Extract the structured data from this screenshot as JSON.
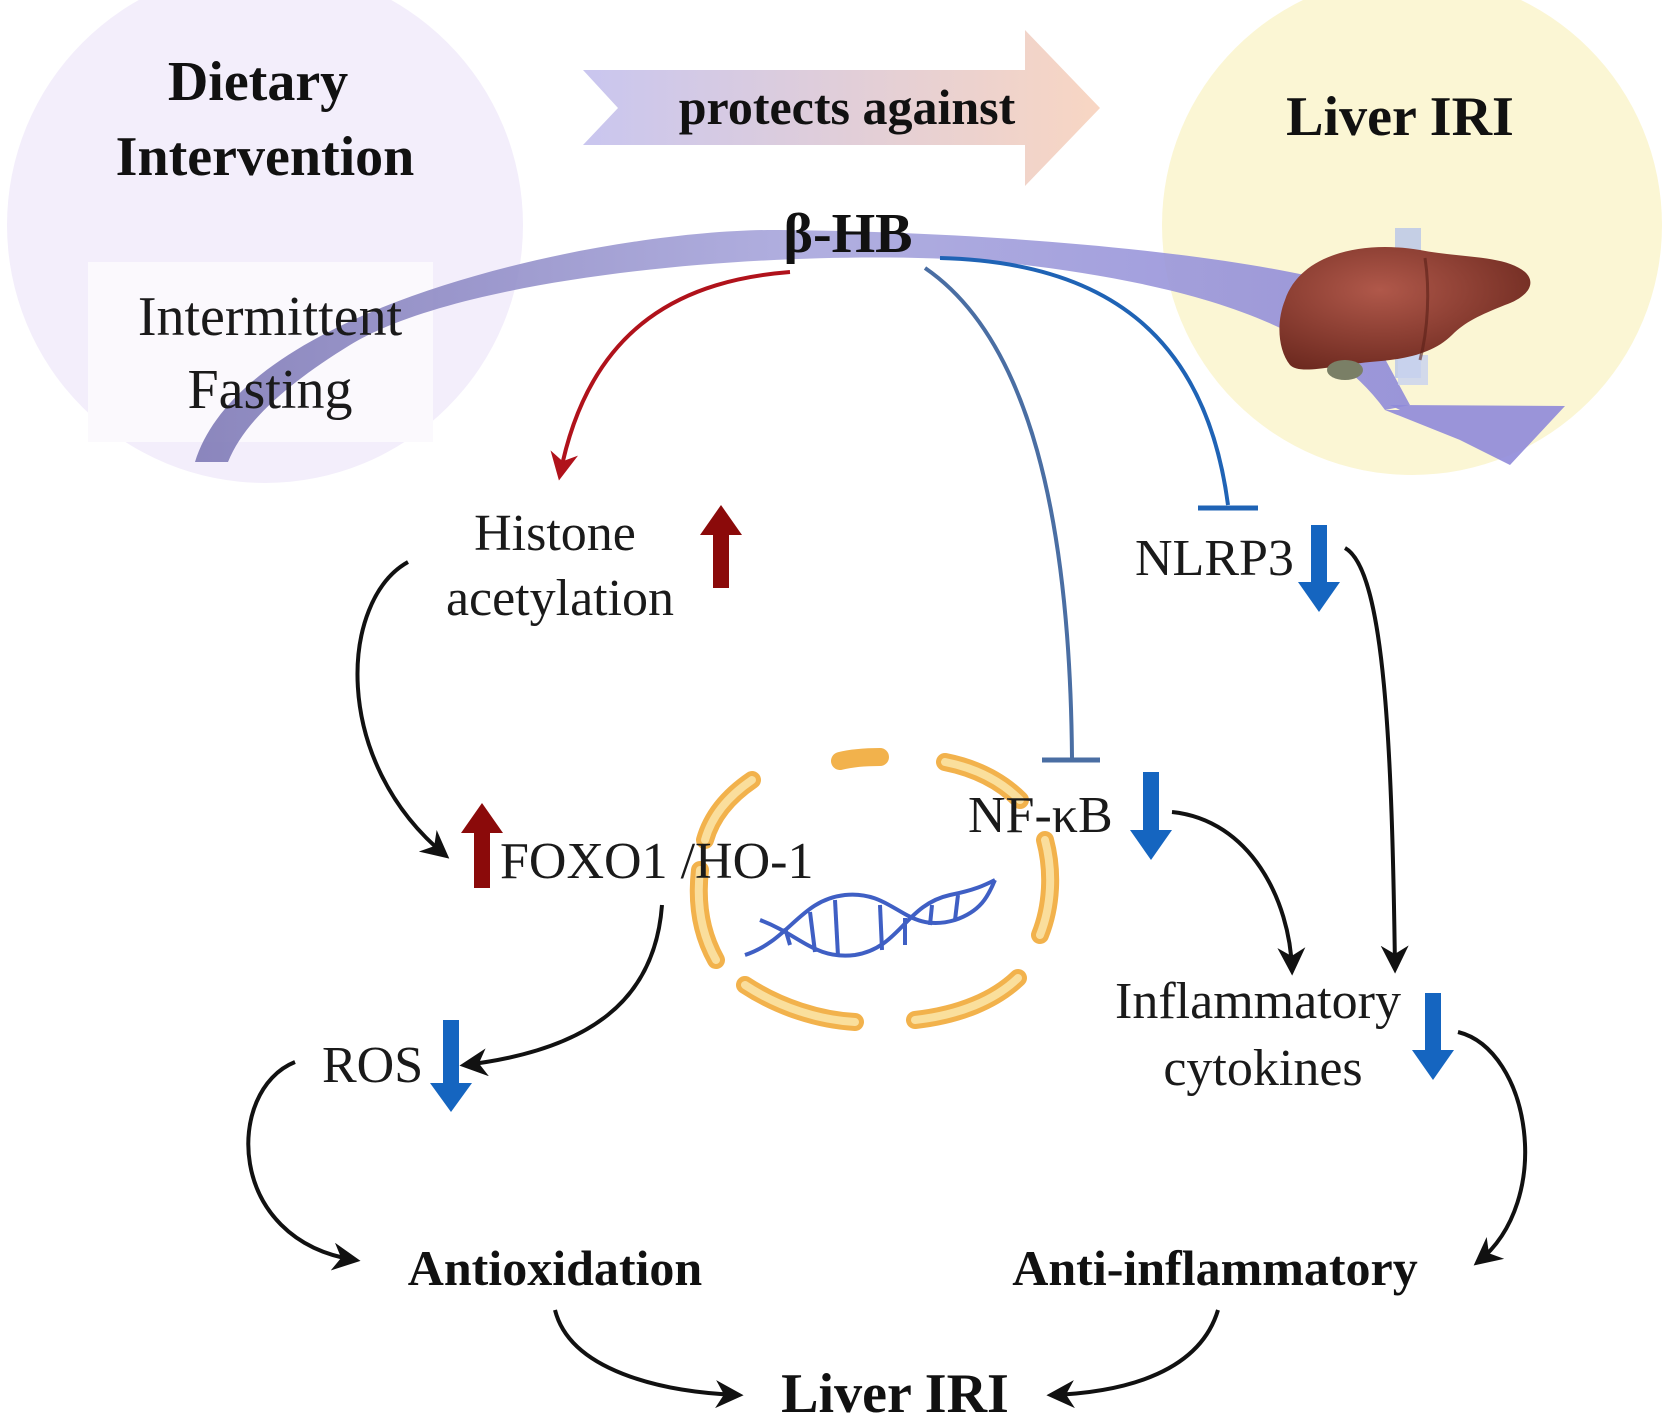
{
  "diagram": {
    "header": {
      "left_circle": {
        "line1": "Dietary",
        "line2": "Intervention"
      },
      "sub_box": {
        "line1": "Intermittent",
        "line2": "Fasting"
      },
      "banner_arrow": "protects against",
      "right_circle": "Liver IRI"
    },
    "central_node": "β-HB",
    "nodes": {
      "histone": {
        "line1": "Histone",
        "line2": "acetylation",
        "direction": "up"
      },
      "foxo": {
        "label": "FOXO1 /HO-1",
        "direction": "up"
      },
      "ros": {
        "label": "ROS",
        "direction": "down"
      },
      "nfkb": {
        "label": "NF-κB",
        "direction": "down"
      },
      "nlrp3": {
        "label": "NLRP3",
        "direction": "down"
      },
      "cytokines": {
        "line1": "Inflammatory",
        "line2": "cytokines",
        "direction": "down"
      }
    },
    "outcomes": {
      "antioxidation": "Antioxidation",
      "anti_inflammatory": "Anti-inflammatory",
      "final": "Liver IRI"
    },
    "icons": [
      "liver-icon",
      "dna-icon",
      "nucleus-icon"
    ],
    "colors": {
      "left_circle": "#f3eefb",
      "right_circle": "#fbf6d4",
      "up_arrow": "#8b0a0a",
      "down_arrow": "#1565c0",
      "activation_edge": "#b0121b",
      "inhibition_edge_blue": "#1f63b5",
      "inhibition_edge_steel": "#4a6ea3",
      "black_edge": "#111111",
      "nucleus": "#f2b24c",
      "dna": "#3f5fc4",
      "liver": "#8a3b2e",
      "banner_start": "#c9c6ef",
      "banner_end": "#f8d6c3"
    }
  }
}
